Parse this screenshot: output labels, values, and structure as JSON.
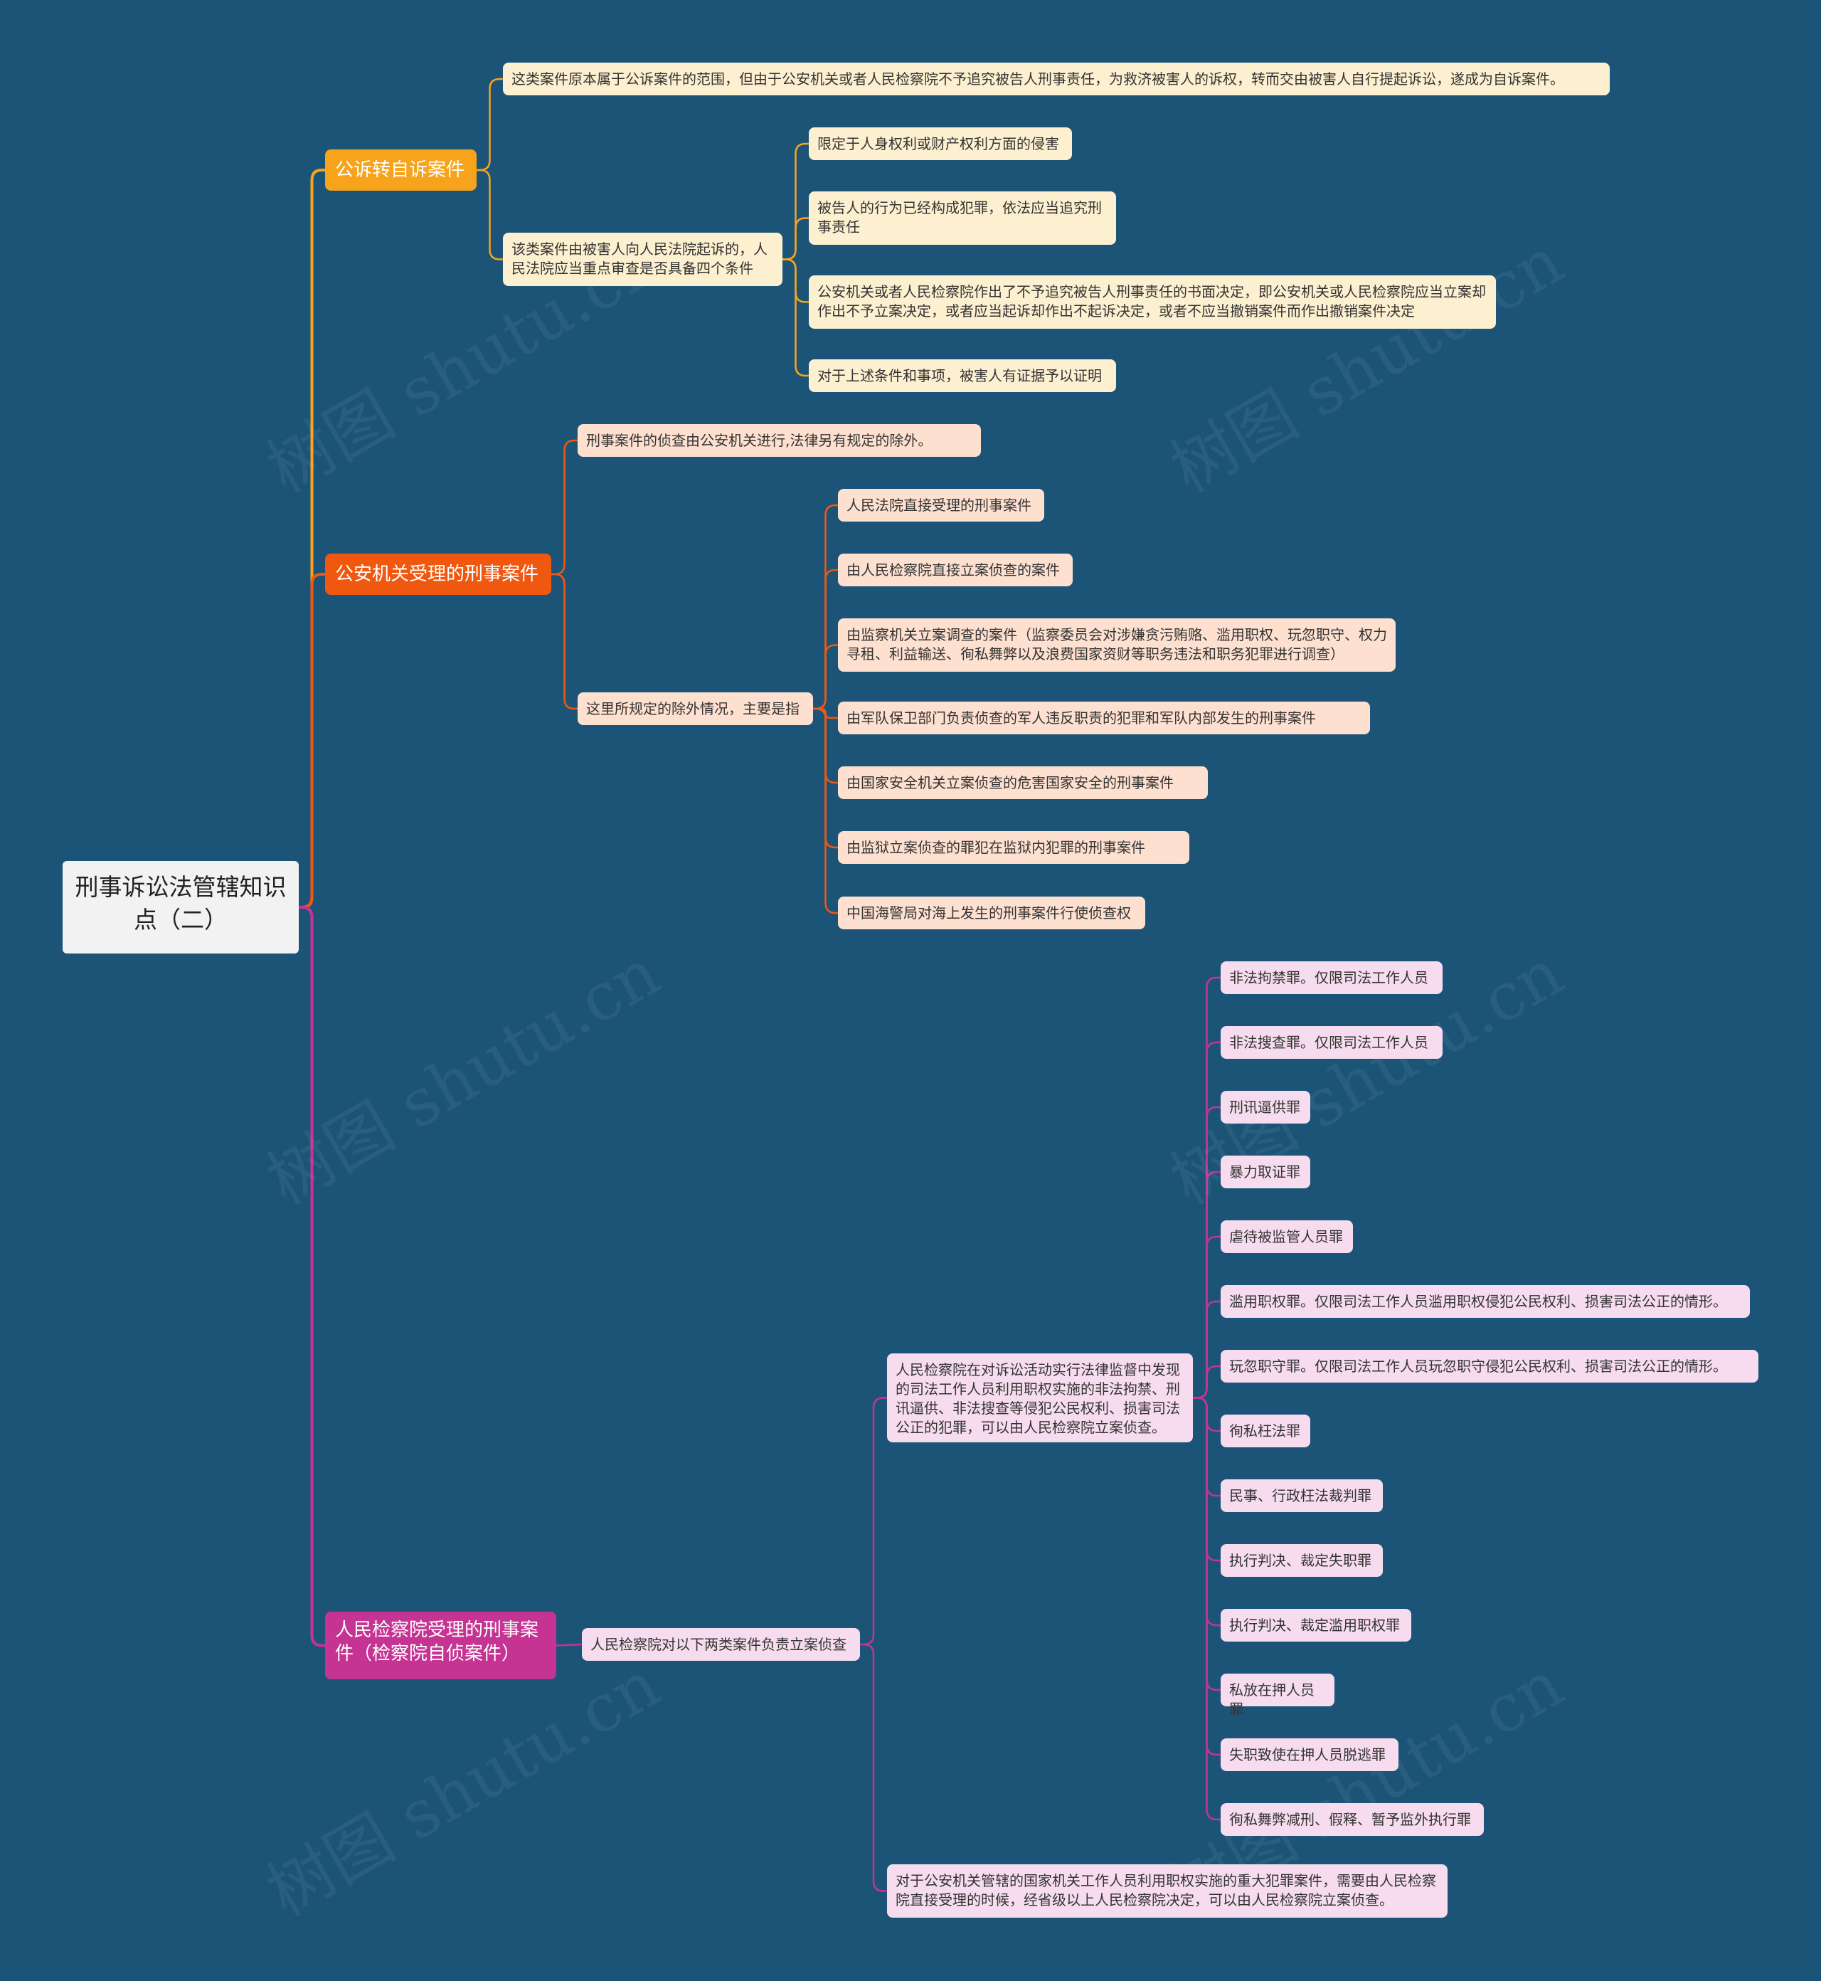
{
  "root": {
    "title": "刑事诉讼法管辖知识点（二）"
  },
  "colors": {
    "background": "#1c5478",
    "branch1": "#f8a31c",
    "branch2": "#f0580f",
    "branch3": "#c53492"
  },
  "branch1": {
    "label": "公诉转自诉案件",
    "desc": "这类案件原本属于公诉案件的范围，但由于公安机关或者人民检察院不予追究被告人刑事责任，为救济被害人的诉权，转而交由被害人自行提起诉讼，遂成为自诉案件。",
    "cond_label": "该类案件由被害人向人民法院起诉的，人民法院应当重点审查是否具备四个条件",
    "conditions": [
      "限定于人身权利或财产权利方面的侵害",
      "被告人的行为已经构成犯罪，依法应当追究刑事责任",
      "公安机关或者人民检察院作出了不予追究被告人刑事责任的书面决定，即公安机关或人民检察院应当立案却作出不予立案决定，或者应当起诉却作出不起诉决定，或者不应当撤销案件而作出撤销案件决定",
      "对于上述条件和事项，被害人有证据予以证明"
    ]
  },
  "branch2": {
    "label": "公安机关受理的刑事案件",
    "rule": "刑事案件的侦查由公安机关进行,法律另有规定的除外。",
    "exc_label": "这里所规定的除外情况，主要是指",
    "exceptions": [
      "人民法院直接受理的刑事案件",
      "由人民检察院直接立案侦查的案件",
      "由监察机关立案调查的案件（监察委员会对涉嫌贪污贿赂、滥用职权、玩忽职守、权力寻租、利益输送、徇私舞弊以及浪费国家资财等职务违法和职务犯罪进行调查）",
      "由军队保卫部门负责侦查的军人违反职责的犯罪和军队内部发生的刑事案件",
      "由国家安全机关立案侦查的危害国家安全的刑事案件",
      "由监狱立案侦查的罪犯在监狱内犯罪的刑事案件",
      "中国海警局对海上发生的刑事案件行使侦查权"
    ]
  },
  "branch3": {
    "label": "人民检察院受理的刑事案件（检察院自侦案件）",
    "mid": "人民检察院对以下两类案件负责立案侦查",
    "judicial": "人民检察院在对诉讼活动实行法律监督中发现的司法工作人员利用职权实施的非法拘禁、刑讯逼供、非法搜查等侵犯公民权利、损害司法公正的犯罪，可以由人民检察院立案侦查。",
    "crimes": [
      "非法拘禁罪。仅限司法工作人员",
      "非法搜查罪。仅限司法工作人员",
      "刑讯逼供罪",
      "暴力取证罪",
      "虐待被监管人员罪",
      "滥用职权罪。仅限司法工作人员滥用职权侵犯公民权利、损害司法公正的情形。",
      "玩忽职守罪。仅限司法工作人员玩忽职守侵犯公民权利、损害司法公正的情形。",
      "徇私枉法罪",
      "民事、行政枉法裁判罪",
      "执行判决、裁定失职罪",
      "执行判决、裁定滥用职权罪",
      "私放在押人员罪",
      "失职致使在押人员脱逃罪",
      "徇私舞弊减刑、假释、暂予监外执行罪"
    ],
    "other": "对于公安机关管辖的国家机关工作人员利用职权实施的重大犯罪案件，需要由人民检察院直接受理的时候，经省级以上人民检察院决定，可以由人民检察院立案侦查。"
  },
  "watermark": "树图 shutu.cn"
}
